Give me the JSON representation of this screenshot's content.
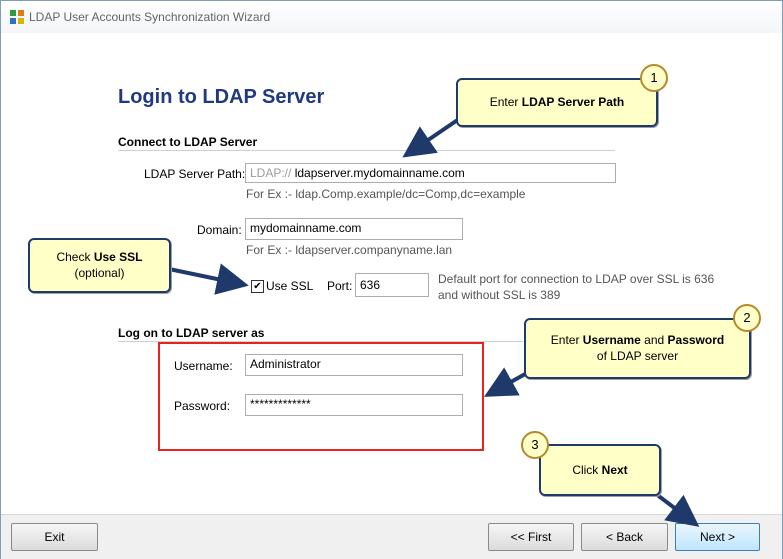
{
  "window": {
    "title": "LDAP User Accounts Synchronization Wizard"
  },
  "page": {
    "heading": "Login to LDAP Server"
  },
  "connect_section": {
    "title": "Connect to LDAP Server",
    "server_path_label": "LDAP Server Path:",
    "server_path_prefix": "LDAP://",
    "server_path_value": "ldapserver.mydomainname.com",
    "server_path_hint": "For Ex :- ldap.Comp.example/dc=Comp,dc=example",
    "domain_label": "Domain:",
    "domain_value": "mydomainname.com",
    "domain_hint": "For Ex :- ldapserver.companyname.lan",
    "use_ssl_label": "Use SSL",
    "use_ssl_checked": true,
    "check_mark": "✔",
    "port_label": "Port:",
    "port_value": "636",
    "port_hint_line1": "Default port for connection to LDAP over SSL is 636",
    "port_hint_line2": "and without SSL is 389"
  },
  "logon_section": {
    "title": "Log on to LDAP server as",
    "username_label": "Username:",
    "username_value": "Administrator",
    "password_label": "Password:",
    "password_value": "*************"
  },
  "buttons": {
    "exit": "Exit",
    "first": "<< First",
    "back": "< Back",
    "next": "Next >"
  },
  "callouts": {
    "c1_text_plain": "Enter ",
    "c1_text_bold": "LDAP Server Path",
    "c1_badge": "1",
    "ssl_text_plain": "Check ",
    "ssl_text_bold": "Use SSL",
    "ssl_text_line2": "(optional)",
    "c2_text_plain1": "Enter ",
    "c2_text_bold1": "Username",
    "c2_text_plain2": " and ",
    "c2_text_bold2": "Password",
    "c2_text_line2": "of  LDAP server",
    "c2_badge": "2",
    "c3_text_plain": "Click ",
    "c3_text_bold": "Next",
    "c3_badge": "3"
  },
  "colors": {
    "heading": "#1f3a80",
    "callout_fill": "#ffffc8",
    "callout_border": "#1f3a6a",
    "highlight_box": "#e8231f"
  }
}
